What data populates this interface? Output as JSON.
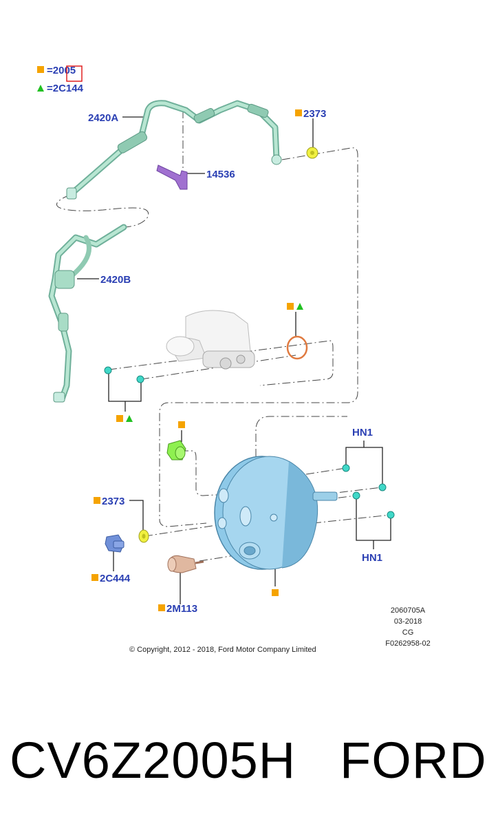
{
  "legend": [
    {
      "symbol": "orange-square",
      "text": "=2005"
    },
    {
      "symbol": "green-triangle",
      "text": "=2C144"
    }
  ],
  "labels": {
    "hose_2420a": "2420A",
    "bracket_14536": "14536",
    "washer_2373_top": "2373",
    "hose_2420b": "2420B",
    "hn1_top": "HN1",
    "hn1_bottom": "HN1",
    "washer_2373_bottom": "2373",
    "sensor_2c444": "2C444",
    "valve_2m113": "2M113"
  },
  "info_block": [
    "2060705A",
    "03-2018",
    "CG",
    "F0262958-02"
  ],
  "copyright": "© Copyright, 2012 - 2018, Ford Motor Company Limited",
  "footer": {
    "part_number": "CV6Z2005H",
    "brand": "FORD"
  },
  "colors": {
    "label_blue": "#2a3fb3",
    "legend_orange": "#f5a300",
    "legend_green": "#22c022",
    "hose_green": "#a8dcc6",
    "booster_blue": "#8ec9e8",
    "bracket_purple": "#a070d0",
    "washer_yellow": "#f0f040",
    "oring_orange": "#e07a40",
    "fastener_cyan": "#40d8c8",
    "sensor_green": "#8ef050",
    "valve_tan": "#e0b8a0"
  }
}
